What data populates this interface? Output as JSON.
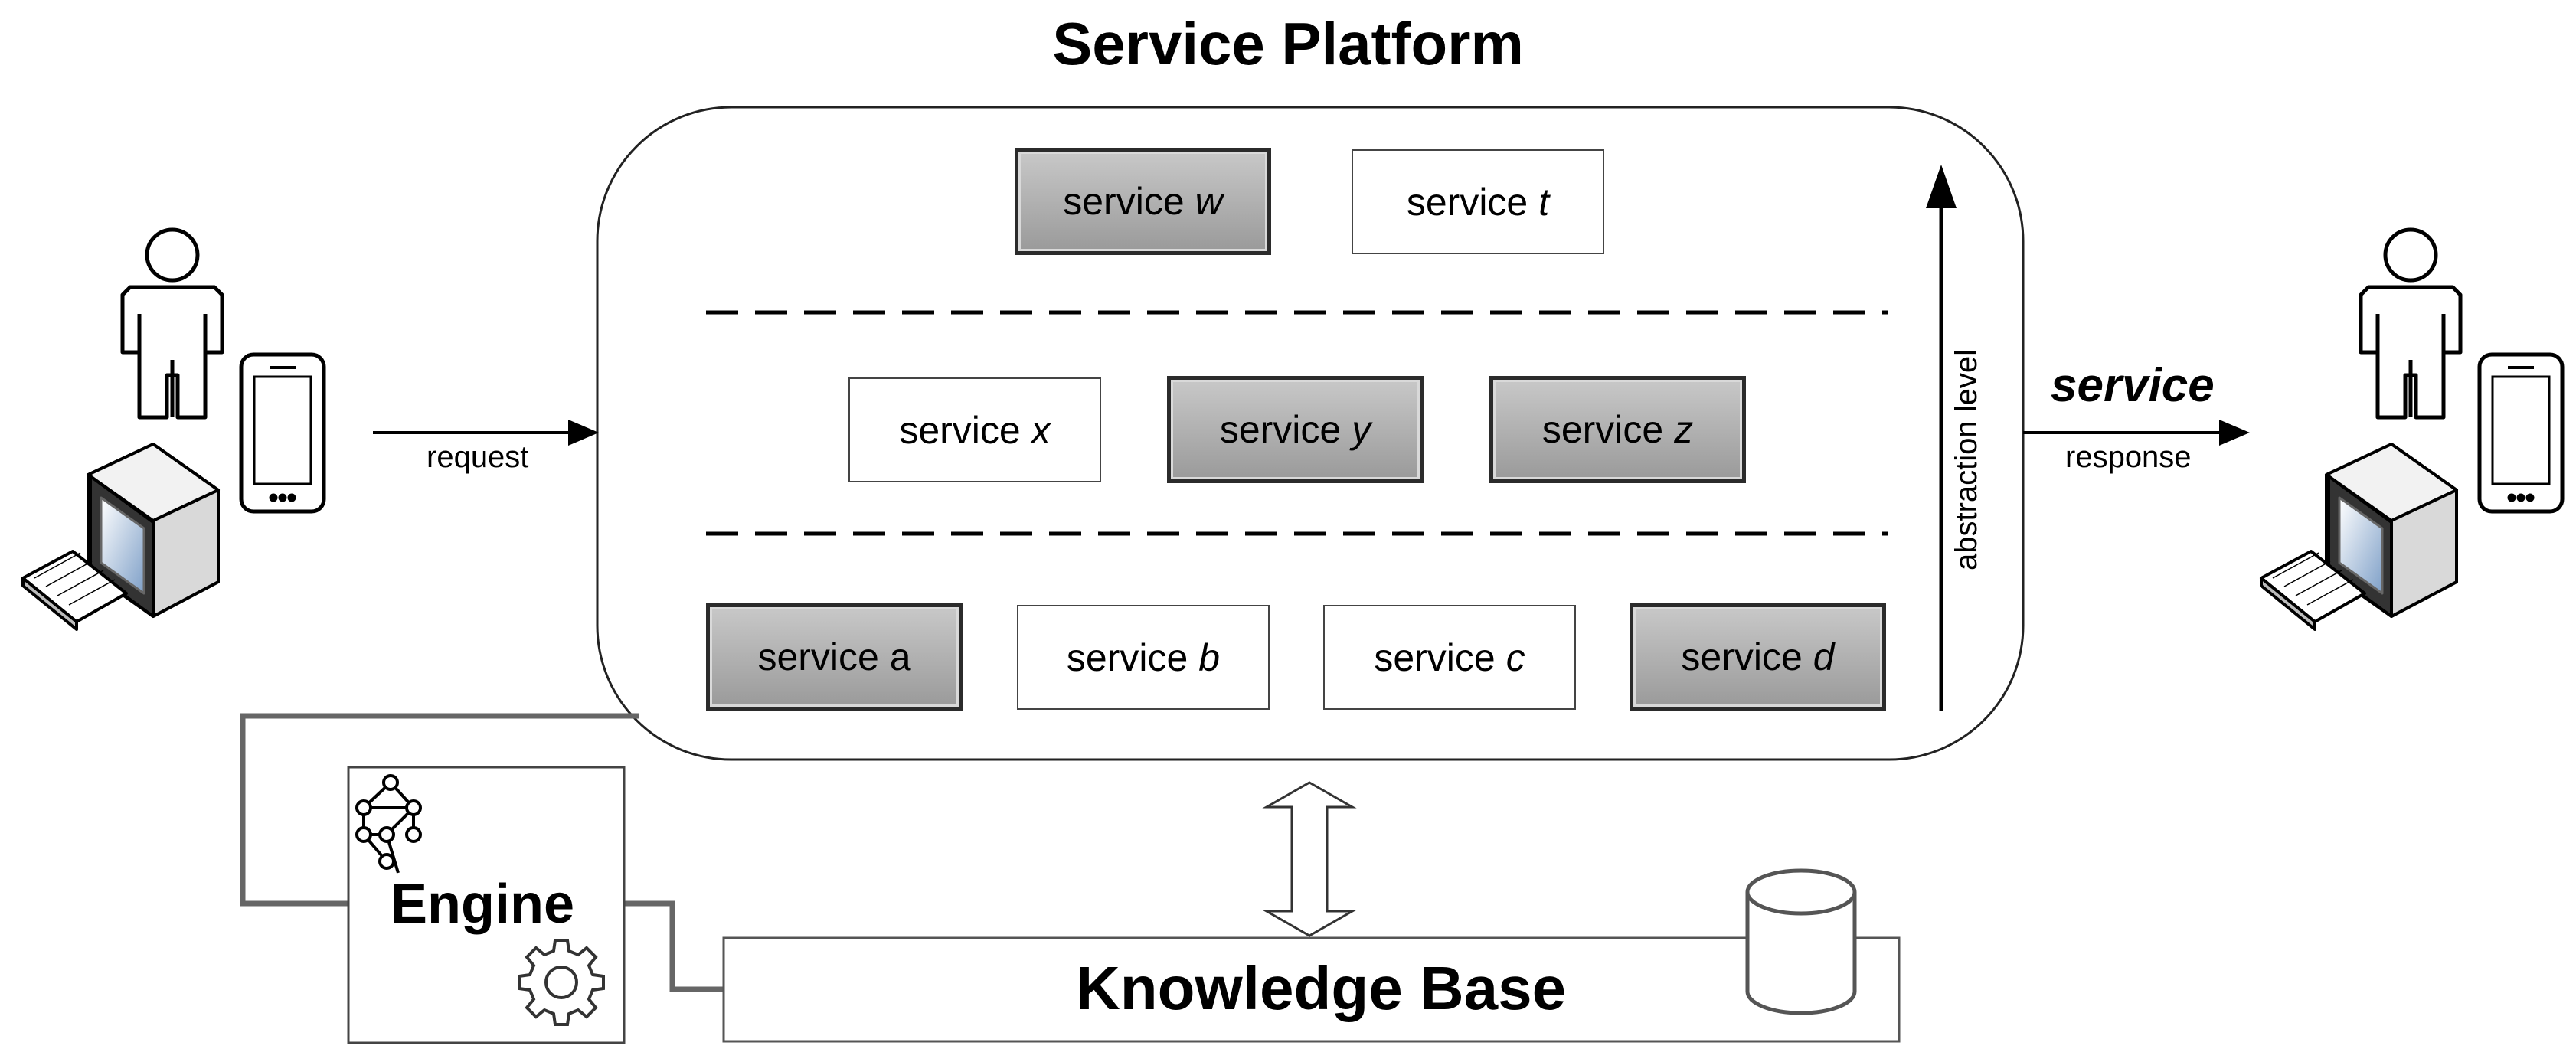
{
  "title": "Service Platform",
  "services": {
    "w": {
      "prefix": "service",
      "var": "w"
    },
    "t": {
      "prefix": "service",
      "var": "t"
    },
    "x": {
      "prefix": "service",
      "var": "x"
    },
    "y": {
      "prefix": "service",
      "var": "y"
    },
    "z": {
      "prefix": "service",
      "var": "z"
    },
    "a": {
      "label": "service a"
    },
    "b": {
      "prefix": "service",
      "var": "b"
    },
    "c": {
      "prefix": "service",
      "var": "c"
    },
    "d": {
      "prefix": "service",
      "var": "d"
    }
  },
  "arrows": {
    "request": "request",
    "response": "response",
    "service": "service",
    "abstraction": "abstraction level"
  },
  "engine": {
    "label": "Engine"
  },
  "knowledge_base": {
    "label": "Knowledge Base"
  },
  "icons": [
    "user-icon",
    "smartphone-icon",
    "desktop-computer-icon",
    "graph-network-icon",
    "gear-icon",
    "database-cylinder-icon"
  ]
}
